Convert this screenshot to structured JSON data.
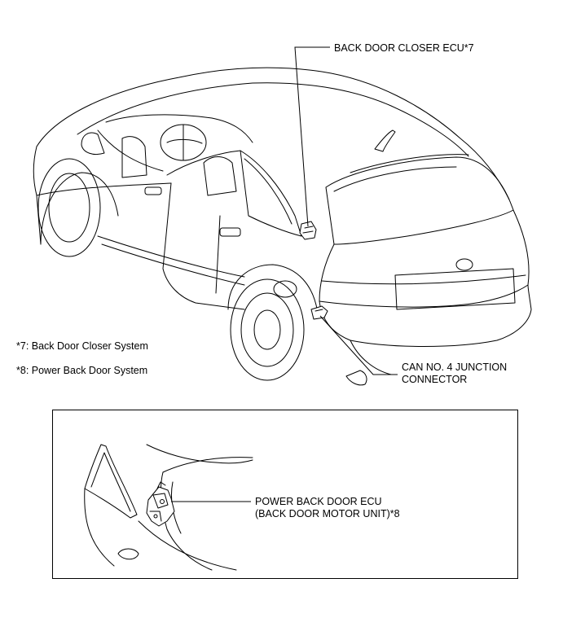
{
  "callouts": {
    "back_door_closer_ecu": "BACK DOOR CLOSER ECU*7",
    "can_junction_line1": "CAN NO. 4 JUNCTION",
    "can_junction_line2": "CONNECTOR",
    "power_back_door_ecu_line1": "POWER BACK DOOR ECU",
    "power_back_door_ecu_line2": "(BACK DOOR MOTOR UNIT)*8"
  },
  "notes": {
    "note7": "*7: Back Door Closer System",
    "note8": "*8: Power Back Door System"
  }
}
